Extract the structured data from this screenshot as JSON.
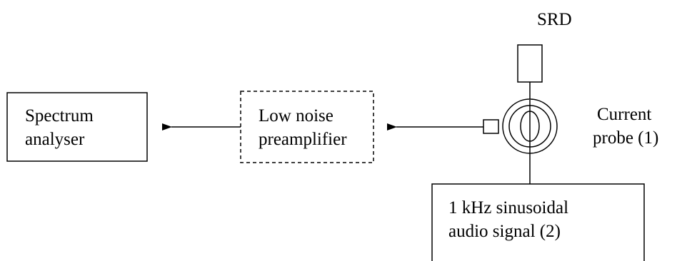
{
  "diagram": {
    "srd_label": "SRD",
    "spectrum_analyser": {
      "line1": "Spectrum",
      "line2": "analyser"
    },
    "preamplifier": {
      "line1": "Low noise",
      "line2": "preamplifier"
    },
    "current_probe": {
      "line1": "Current",
      "line2": "probe (1)"
    },
    "audio_source": {
      "line1": "1 kHz sinusoidal",
      "line2": "audio signal (2)"
    }
  }
}
